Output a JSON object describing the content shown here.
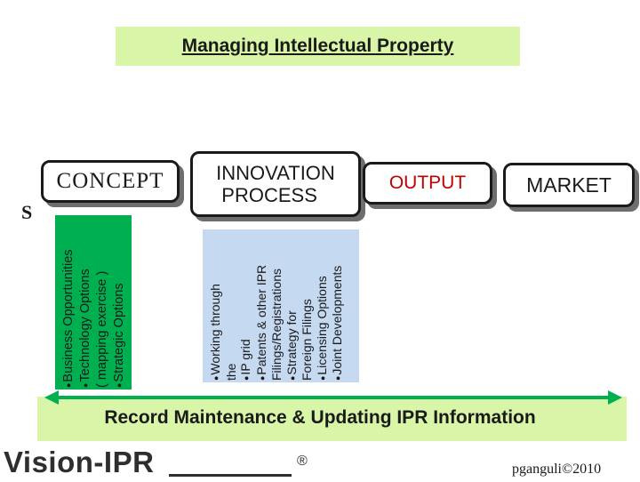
{
  "title": "Managing Intellectual Property",
  "stages": {
    "concept": "CONCEPT",
    "innovation": "INNOVATION\n PROCESS",
    "output": "OUTPUT",
    "market": "MARKET"
  },
  "stray_letter": "S",
  "concept_items": [
    {
      "text": "Business Opportunities",
      "bullet": true
    },
    {
      "text": "Technology Options",
      "bullet": true
    },
    {
      "text": "( mapping exercise )",
      "bullet": false
    },
    {
      "text": "Strategic Options",
      "bullet": true
    }
  ],
  "process_items": [
    {
      "text": "Working through",
      "bullet": true
    },
    {
      "text": "the",
      "bullet": false
    },
    {
      "text": "IP grid",
      "bullet": true
    },
    {
      "text": "Patents & other IPR",
      "bullet": true
    },
    {
      "text": "Filings/Registrations",
      "bullet": false
    },
    {
      "text": "Strategy for",
      "bullet": true
    },
    {
      "text": "Foreign Filings",
      "bullet": false
    },
    {
      "text": "Licensing Options",
      "bullet": true
    },
    {
      "text": "Joint Developments",
      "bullet": true
    }
  ],
  "record_text": "Record Maintenance  &  Updating IPR Information",
  "logo": {
    "text": "Vision-IPR",
    "registered": "®"
  },
  "credit": "pganguli©2010",
  "colors": {
    "title_band": "#d9f5a8",
    "concept_panel": "#00b050",
    "process_panel": "#c5d9f1",
    "output_text": "#c00000",
    "arrow": "#00b050"
  }
}
